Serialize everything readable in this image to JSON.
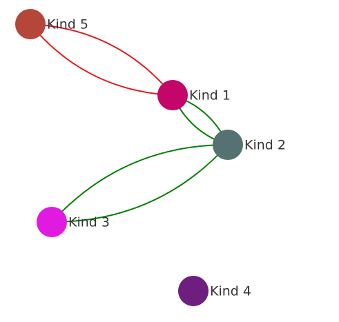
{
  "graph": {
    "nodes": [
      {
        "id": "kind5",
        "label": "Kind 5",
        "color": "#b5473a"
      },
      {
        "id": "kind1",
        "label": "Kind 1",
        "color": "#c4066b"
      },
      {
        "id": "kind2",
        "label": "Kind 2",
        "color": "#567171"
      },
      {
        "id": "kind3",
        "label": "Kind 3",
        "color": "#e01ae0"
      },
      {
        "id": "kind4",
        "label": "Kind 4",
        "color": "#6e1e7e"
      }
    ],
    "links": [
      {
        "source": "kind5",
        "target": "kind1",
        "color": "#e31a1c"
      },
      {
        "source": "kind1",
        "target": "kind5",
        "color": "#e31a1c"
      },
      {
        "source": "kind1",
        "target": "kind2",
        "color": "#008000"
      },
      {
        "source": "kind2",
        "target": "kind1",
        "color": "#008000"
      },
      {
        "source": "kind2",
        "target": "kind3",
        "color": "#008000"
      },
      {
        "source": "kind3",
        "target": "kind2",
        "color": "#008000"
      }
    ]
  }
}
